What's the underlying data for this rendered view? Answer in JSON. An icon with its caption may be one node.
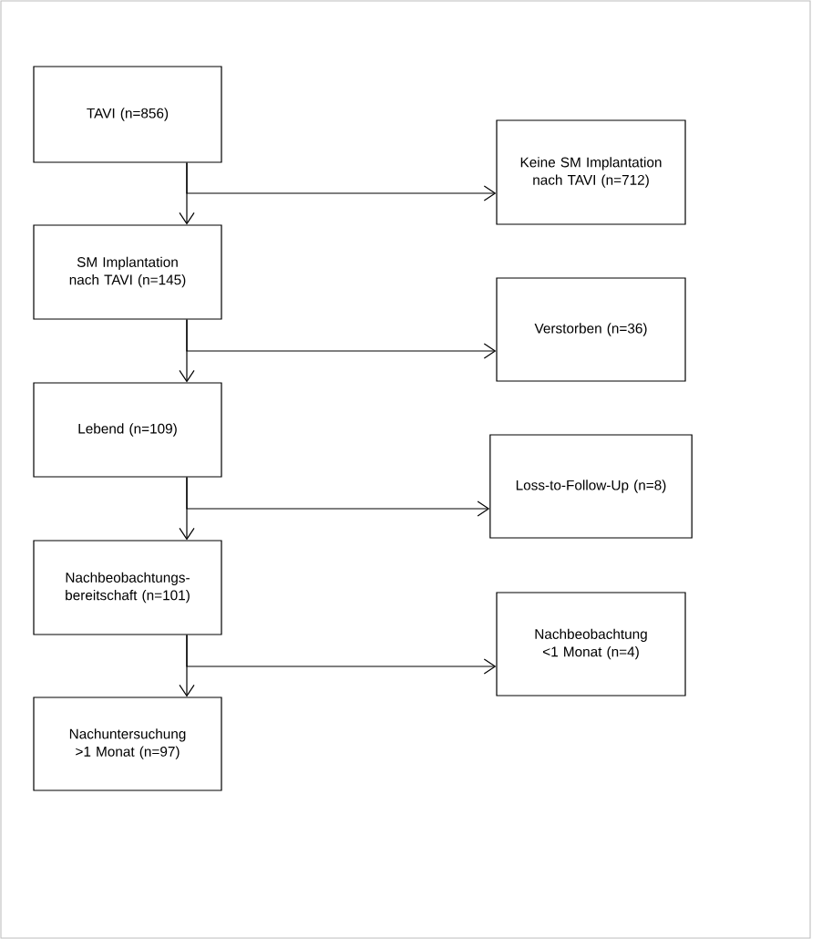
{
  "diagram": {
    "nodes": [
      {
        "text": [
          "TAVI (n=856)"
        ]
      },
      {
        "text": [
          "Keine SM Implantation nach TAVI (n=712)"
        ]
      },
      {
        "text": [
          "SM Implantation nach TAVI (n=145)"
        ]
      },
      {
        "text": [
          "Verstorben (n=36)"
        ]
      },
      {
        "text": [
          "Lebend (n=109)"
        ]
      },
      {
        "text": [
          "Loss-to-Follow-Up (n=8)"
        ]
      },
      {
        "text": [
          "Nachbeobachtungs-bereitschaft (n=101)"
        ]
      },
      {
        "text": [
          "Nachbeobachtung <1 Monat (n=4)"
        ]
      },
      {
        "text": [
          "Nachuntersuchung >1 Monat (n=97)"
        ]
      }
    ],
    "edges": [
      {
        "from": 0,
        "to": 2,
        "arrow": "to"
      },
      {
        "from": 0,
        "to": 1,
        "arrow": "to"
      },
      {
        "from": 2,
        "to": 4,
        "arrow": "to"
      },
      {
        "from": 2,
        "to": 3,
        "arrow": "to"
      },
      {
        "from": 4,
        "to": 6,
        "arrow": "to"
      },
      {
        "from": 4,
        "to": 5,
        "arrow": "to"
      },
      {
        "from": 6,
        "to": 8,
        "arrow": "to"
      },
      {
        "from": 6,
        "to": 7,
        "arrow": "to"
      }
    ]
  }
}
